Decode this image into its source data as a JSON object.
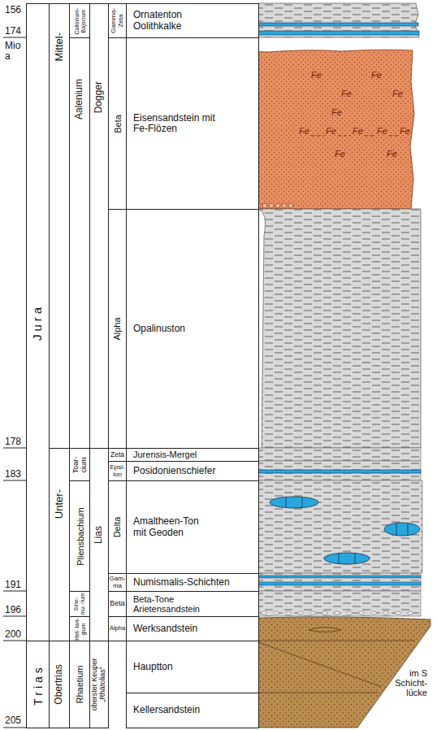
{
  "diagram": {
    "nodes": [
      {
        "text": [
          "Jura"
        ]
      },
      {
        "text": [
          "Trias"
        ]
      },
      {
        "text": [
          "Mittel-"
        ]
      },
      {
        "text": [
          "Unter-"
        ]
      },
      {
        "text": [
          "Obertrias"
        ]
      },
      {
        "text": [
          "Callovium- Bajocium"
        ]
      },
      {
        "text": [
          "Aalenium"
        ]
      },
      {
        "text": [
          "Toar- cium"
        ]
      },
      {
        "text": [
          "Pliensbachium"
        ]
      },
      {
        "text": [
          "Sine- mu- rium"
        ]
      },
      {
        "text": [
          "Het- tan- gium"
        ]
      },
      {
        "text": [
          "Rhaetium"
        ]
      },
      {
        "text": [
          "Dogger"
        ]
      },
      {
        "text": [
          "Lias"
        ]
      },
      {
        "text": [
          "oberster Keuper „Rhätolias“"
        ]
      },
      {
        "text": [
          "Gamma- Zeta"
        ]
      },
      {
        "text": [
          "Beta"
        ]
      },
      {
        "text": [
          "Alpha"
        ]
      },
      {
        "text": [
          "Zeta"
        ]
      },
      {
        "text": [
          "Epsi- lon"
        ]
      },
      {
        "text": [
          "Delta"
        ]
      },
      {
        "text": [
          "Gam- ma"
        ]
      },
      {
        "text": [
          "Beta"
        ]
      },
      {
        "text": [
          "Alpha"
        ]
      },
      {
        "text": [
          "Ornatenton Oolithkalke"
        ]
      },
      {
        "text": [
          "Eisensandstein mit Fe-Flözen"
        ]
      },
      {
        "text": [
          "Opalinuston"
        ]
      },
      {
        "text": [
          "Jurensis-Mergel"
        ]
      },
      {
        "text": [
          "Posidonienschiefer"
        ]
      },
      {
        "text": [
          "Amaltheen-Ton mit Geoden"
        ]
      },
      {
        "text": [
          "Numismalis-Schichten"
        ]
      },
      {
        "text": [
          "Beta-Tone Arietensandstein"
        ]
      },
      {
        "text": [
          "Werksandstein"
        ]
      },
      {
        "text": [
          "Hauptton"
        ]
      },
      {
        "text": [
          "Kellersandstein"
        ]
      }
    ],
    "labels": [
      "156",
      "174",
      "Mio a",
      "178",
      "183",
      "191",
      "196",
      "200",
      "205",
      "Fe",
      "Fe",
      "Fe",
      "Fe",
      "Fe",
      "Fe",
      "Fe",
      "Fe",
      "Fe",
      "Fe",
      "Fe",
      "Fe",
      "im S Schicht- lücke"
    ]
  }
}
